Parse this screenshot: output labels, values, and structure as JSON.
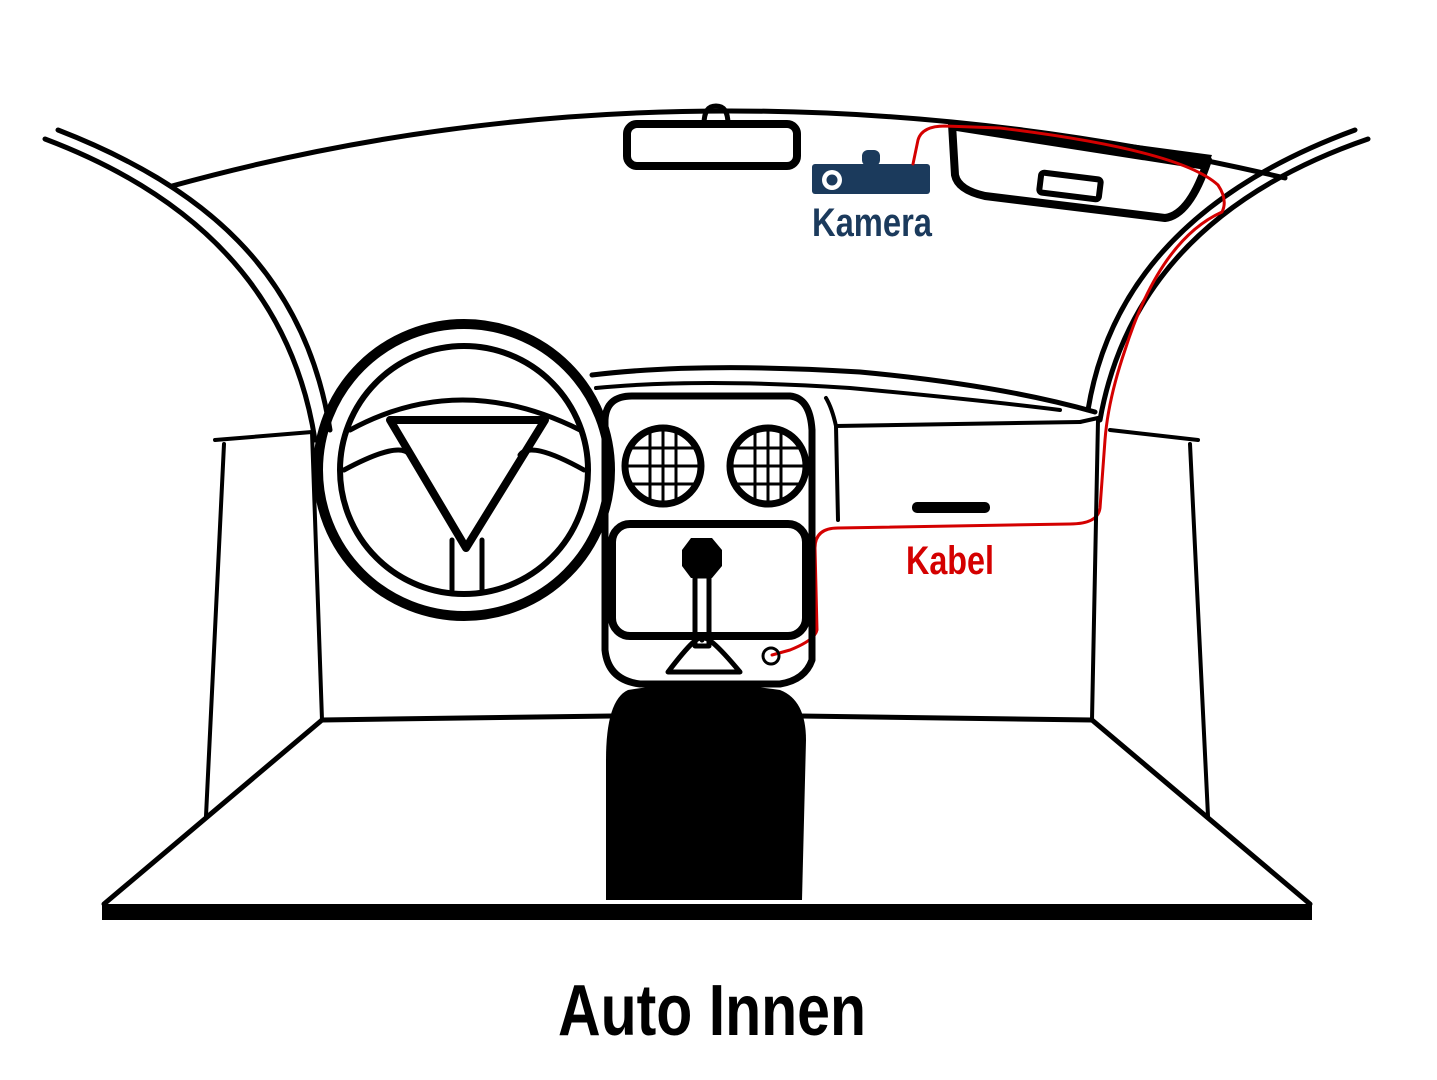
{
  "title": "Auto Innen",
  "labels": {
    "camera": "Kamera",
    "cable": "Kabel"
  },
  "colors": {
    "camera": "#1b3a5c",
    "cable": "#d40000",
    "line": "#000000",
    "background": "#ffffff"
  },
  "icons": [
    "rear-view-mirror-icon",
    "dash-camera-icon",
    "sun-visor-icon",
    "steering-wheel-icon",
    "air-vent-icon",
    "gear-shift-icon",
    "power-socket-icon",
    "seat-icon"
  ]
}
